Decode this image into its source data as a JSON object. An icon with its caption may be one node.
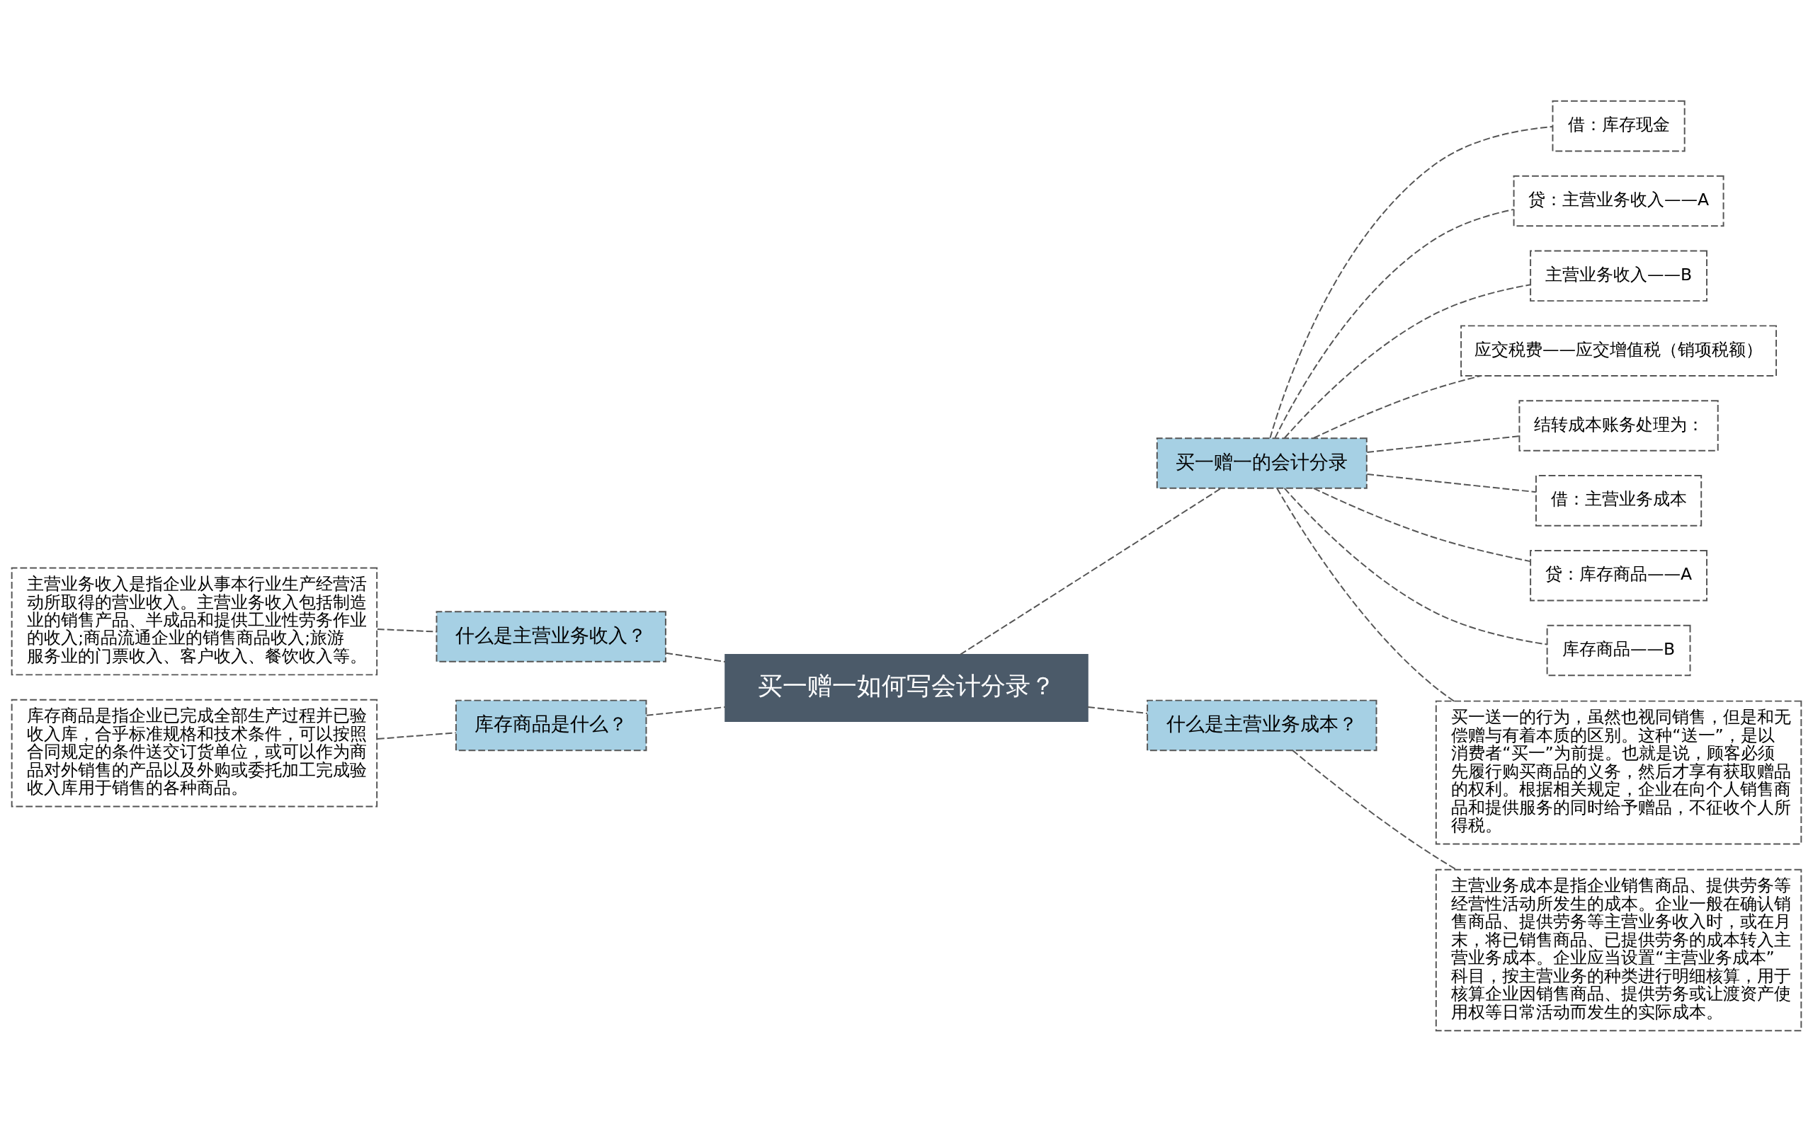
{
  "diagram": {
    "nodes": [
      {
        "text": [
          "买一赠一如何写会计分录？"
        ]
      },
      {
        "text": [
          "买一赠一的会计分录"
        ]
      },
      {
        "text": [
          "借：库存现金"
        ]
      },
      {
        "text": [
          "贷：主营业务收入——A"
        ]
      },
      {
        "text": [
          "主营业务收入——B"
        ]
      },
      {
        "text": [
          "应交税费——应交增值税（销项税额）"
        ]
      },
      {
        "text": [
          "结转成本账务处理为："
        ]
      },
      {
        "text": [
          "借：主营业务成本"
        ]
      },
      {
        "text": [
          "贷：库存商品——A"
        ]
      },
      {
        "text": [
          "库存商品——B"
        ]
      },
      {
        "text": [
          "买一送一的行为，虽然也视同销售，但是和无偿赠与有着本质的区别。这种“送一”，是以消费者“买一”为前提。也就是说，顾客必须先履行购买商品的义务，然后才享有获取赠品的权利。根据相关规定，企业在向个人销售商品和提供服务的同时给予赠品，不征收个人所得税。"
        ]
      },
      {
        "text": [
          "什么是主营业务成本？"
        ]
      },
      {
        "text": [
          "主营业务成本是指企业销售商品、提供劳务等经营性活动所发生的成本。企业一般在确认销售商品、提供劳务等主营业务收入时，或在月末，将已销售商品、已提供劳务的成本转入主营业务成本。企业应当设置“主营业务成本”科目，按主营业务的种类进行明细核算，用于核算企业因销售商品、提供劳务或让渡资产使用权等日常活动而发生的实际成本。"
        ]
      },
      {
        "text": [
          "什么是主营业务收入？"
        ]
      },
      {
        "text": [
          "主营业务收入是指企业从事本行业生产经营活动所取得的营业收入。主营业务收入包括制造业的销售产品、半成品和提供工业性劳务作业的收入;商品流通企业的销售商品收入;旅游服务业的门票收入、客户收入、餐饮收入等。"
        ]
      },
      {
        "text": [
          "库存商品是什么？"
        ]
      },
      {
        "text": [
          "库存商品是指企业已完成全部生产过程并已验收入库，合乎标准规格和技术条件，可以按照合同规定的条件送交订货单位，或可以作为商品对外销售的产品以及外购或委托加工完成验收入库用于销售的各种商品。"
        ]
      }
    ],
    "edges": [
      {
        "from": 0,
        "to": 1,
        "arrow": "none",
        "style": "dashed"
      },
      {
        "from": 1,
        "to": 2,
        "arrow": "none",
        "style": "dashed"
      },
      {
        "from": 1,
        "to": 3,
        "arrow": "none",
        "style": "dashed"
      },
      {
        "from": 1,
        "to": 4,
        "arrow": "none",
        "style": "dashed"
      },
      {
        "from": 1,
        "to": 5,
        "arrow": "none",
        "style": "dashed"
      },
      {
        "from": 1,
        "to": 6,
        "arrow": "none",
        "style": "dashed"
      },
      {
        "from": 1,
        "to": 7,
        "arrow": "none",
        "style": "dashed"
      },
      {
        "from": 1,
        "to": 8,
        "arrow": "none",
        "style": "dashed"
      },
      {
        "from": 1,
        "to": 9,
        "arrow": "none",
        "style": "dashed"
      },
      {
        "from": 1,
        "to": 10,
        "arrow": "none",
        "style": "dashed"
      },
      {
        "from": 0,
        "to": 11,
        "arrow": "none",
        "style": "dashed"
      },
      {
        "from": 11,
        "to": 12,
        "arrow": "none",
        "style": "dashed"
      },
      {
        "from": 0,
        "to": 13,
        "arrow": "none",
        "style": "dashed"
      },
      {
        "from": 13,
        "to": 14,
        "arrow": "none",
        "style": "dashed"
      },
      {
        "from": 0,
        "to": 15,
        "arrow": "none",
        "style": "dashed"
      },
      {
        "from": 15,
        "to": 16,
        "arrow": "none",
        "style": "dashed"
      }
    ]
  }
}
